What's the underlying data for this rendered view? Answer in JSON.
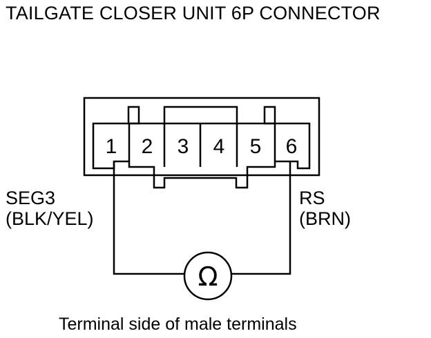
{
  "title": "TAILGATE CLOSER UNIT 6P CONNECTOR",
  "connector": {
    "pins": [
      "1",
      "2",
      "3",
      "4",
      "5",
      "6"
    ]
  },
  "wires": {
    "left": {
      "name": "SEG3",
      "color": "(BLK/YEL)",
      "pin": "1"
    },
    "right": {
      "name": "RS",
      "color": "(BRN)",
      "pin": "6"
    }
  },
  "meter": {
    "symbol": "Ω",
    "icon": "ohmmeter-icon"
  },
  "caption": "Terminal side of male terminals"
}
